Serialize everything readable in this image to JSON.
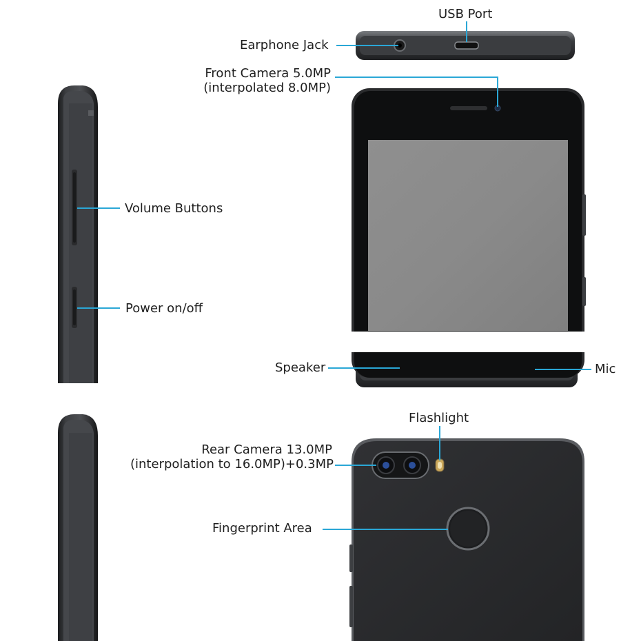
{
  "labels": {
    "usb_port": "USB Port",
    "earphone_jack": "Earphone Jack",
    "front_camera_line1": "Front Camera 5.0MP",
    "front_camera_line2": "(interpolated 8.0MP)",
    "volume_buttons": "Volume Buttons",
    "power": "Power on/off",
    "speaker": "Speaker",
    "mic": "Mic",
    "flashlight": "Flashlight",
    "rear_camera_line1": "Rear Camera 13.0MP",
    "rear_camera_line2": "(interpolation to 16.0MP)+0.3MP",
    "fingerprint": "Fingerprint Area"
  },
  "colors": {
    "callout_line": "#2aa7d6",
    "phone_body": "#2b2c2e",
    "phone_edge": "#55585c",
    "screen": "#8a8a8a",
    "background": "#ffffff"
  },
  "icons": {
    "earphone_jack": "earphone-jack-icon",
    "usb_port": "usb-port-icon",
    "front_camera": "front-camera-icon",
    "rear_camera": "dual-camera-icon",
    "flashlight": "flashlight-icon",
    "fingerprint": "fingerprint-sensor-icon"
  }
}
